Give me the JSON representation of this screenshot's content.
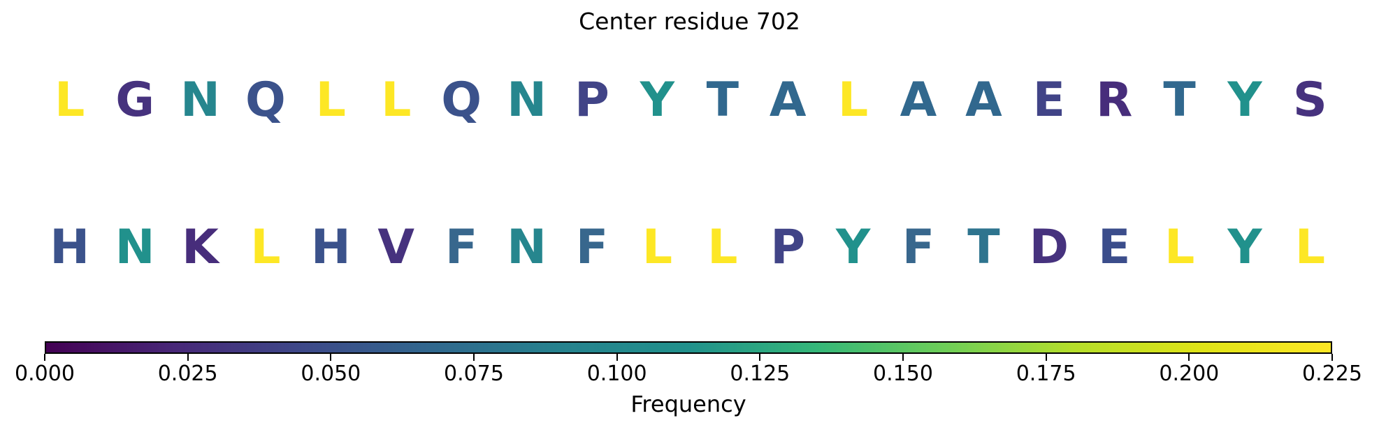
{
  "title": "Center residue 702",
  "colorbar": {
    "label": "Frequency",
    "colormap": "viridis",
    "min": 0.0,
    "max": 0.225,
    "tick_labels": [
      "0.000",
      "0.025",
      "0.050",
      "0.075",
      "0.100",
      "0.125",
      "0.150",
      "0.175",
      "0.200",
      "0.225"
    ],
    "gradient_stops": [
      "#440154",
      "#482878",
      "#3e4989",
      "#31688e",
      "#26828e",
      "#21918c",
      "#35b779",
      "#6ece58",
      "#b5de2b",
      "#dfe318",
      "#fde725"
    ]
  },
  "rows": [
    {
      "name": "sequence-row-1",
      "letters": [
        {
          "char": "L",
          "color": "#fde725"
        },
        {
          "char": "G",
          "color": "#46327e"
        },
        {
          "char": "N",
          "color": "#26868e"
        },
        {
          "char": "Q",
          "color": "#3b528b"
        },
        {
          "char": "L",
          "color": "#fde725"
        },
        {
          "char": "L",
          "color": "#fde725"
        },
        {
          "char": "Q",
          "color": "#3b528b"
        },
        {
          "char": "N",
          "color": "#26868e"
        },
        {
          "char": "P",
          "color": "#414487"
        },
        {
          "char": "Y",
          "color": "#21918c"
        },
        {
          "char": "T",
          "color": "#31688e"
        },
        {
          "char": "A",
          "color": "#31688e"
        },
        {
          "char": "L",
          "color": "#fde725"
        },
        {
          "char": "A",
          "color": "#31688e"
        },
        {
          "char": "A",
          "color": "#31688e"
        },
        {
          "char": "E",
          "color": "#414487"
        },
        {
          "char": "R",
          "color": "#472d7b"
        },
        {
          "char": "T",
          "color": "#31688e"
        },
        {
          "char": "Y",
          "color": "#21918c"
        },
        {
          "char": "S",
          "color": "#46327e"
        }
      ]
    },
    {
      "name": "sequence-row-2",
      "letters": [
        {
          "char": "H",
          "color": "#3b528b"
        },
        {
          "char": "N",
          "color": "#21918c"
        },
        {
          "char": "K",
          "color": "#472d7b"
        },
        {
          "char": "L",
          "color": "#fde725"
        },
        {
          "char": "H",
          "color": "#3b528b"
        },
        {
          "char": "V",
          "color": "#46327e"
        },
        {
          "char": "F",
          "color": "#38678d"
        },
        {
          "char": "N",
          "color": "#26868e"
        },
        {
          "char": "F",
          "color": "#38678d"
        },
        {
          "char": "L",
          "color": "#fde725"
        },
        {
          "char": "L",
          "color": "#fde725"
        },
        {
          "char": "P",
          "color": "#414487"
        },
        {
          "char": "Y",
          "color": "#21918c"
        },
        {
          "char": "F",
          "color": "#38678d"
        },
        {
          "char": "T",
          "color": "#2e748e"
        },
        {
          "char": "D",
          "color": "#46327e"
        },
        {
          "char": "E",
          "color": "#3b4d8b"
        },
        {
          "char": "L",
          "color": "#fde725"
        },
        {
          "char": "Y",
          "color": "#21918c"
        },
        {
          "char": "L",
          "color": "#fde725"
        }
      ]
    }
  ],
  "chart_data": {
    "type": "heatmap",
    "subtype": "colored-sequence-frequency-logo",
    "title": "Center residue 702",
    "colormap": "viridis",
    "colorbar_label": "Frequency",
    "colorbar_range": [
      0.0,
      0.225
    ],
    "colorbar_ticks": [
      0.0,
      0.025,
      0.05,
      0.075,
      0.1,
      0.125,
      0.15,
      0.175,
      0.2,
      0.225
    ],
    "legend_position": "bottom-colorbar",
    "series": [
      {
        "name": "row-1",
        "sequence": "LGNQLLQNPYTALAAERTYS",
        "estimated_frequencies": [
          0.225,
          0.025,
          0.095,
          0.05,
          0.225,
          0.225,
          0.05,
          0.095,
          0.045,
          0.11,
          0.075,
          0.075,
          0.225,
          0.075,
          0.075,
          0.045,
          0.025,
          0.075,
          0.11,
          0.025
        ]
      },
      {
        "name": "row-2",
        "sequence": "HNKLHVFNFLLPYFTDELYL",
        "estimated_frequencies": [
          0.05,
          0.11,
          0.025,
          0.225,
          0.05,
          0.025,
          0.075,
          0.095,
          0.075,
          0.225,
          0.225,
          0.045,
          0.11,
          0.075,
          0.085,
          0.025,
          0.05,
          0.225,
          0.11,
          0.225
        ]
      }
    ]
  }
}
